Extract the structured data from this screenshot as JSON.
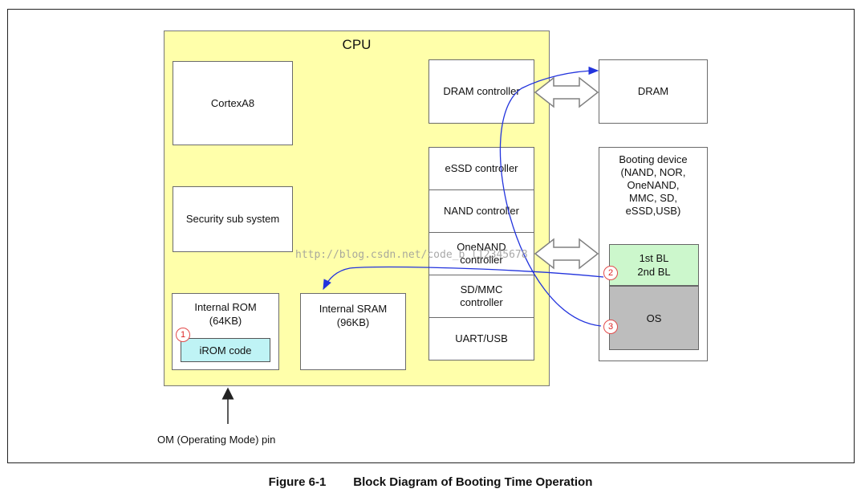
{
  "cpu": {
    "title": "CPU",
    "cortex": "CortexA8",
    "security": "Security sub system",
    "internal_rom": "Internal ROM\n(64KB)",
    "irom_code": "iROM code",
    "internal_sram": "Internal SRAM\n(96KB)",
    "controllers": [
      "DRAM controller",
      "eSSD controller",
      "NAND controller",
      "OneNAND\ncontroller",
      "SD/MMC\ncontroller",
      "UART/USB"
    ]
  },
  "dram": "DRAM",
  "booting_device": {
    "title": "Booting device\n(NAND, NOR,\nOneNAND,\nMMC, SD,\neSSD,USB)",
    "bl": "1st BL\n2nd BL",
    "os": "OS"
  },
  "steps": [
    "1",
    "2",
    "3"
  ],
  "pin_label": "OM (Operating Mode) pin",
  "watermark": "http://blog.csdn.net/code_b_l12345678",
  "caption": {
    "number": "Figure 6-1",
    "title": "Block Diagram of Booting Time Operation"
  },
  "colors": {
    "cpu_fill": "#ffffaa",
    "irom_fill": "#bff3f5",
    "bl_fill": "#ccf7cc",
    "os_fill": "#bdbdbd",
    "flow_arrow": "#2233dd",
    "step_marker": "#e34a4a"
  }
}
